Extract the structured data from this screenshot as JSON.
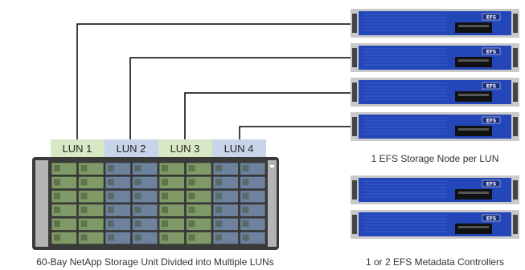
{
  "diagram": {
    "luns": [
      {
        "label": "LUN 1",
        "color": "#d9e8c4"
      },
      {
        "label": "LUN 2",
        "color": "#c8d4ea"
      },
      {
        "label": "LUN 3",
        "color": "#d9e8c4"
      },
      {
        "label": "LUN 4",
        "color": "#c8d4ea"
      }
    ],
    "storage_caption": "60-Bay NetApp Storage Unit Divided into Multiple LUNs",
    "nodes_caption": "1 EFS Storage Node per LUN",
    "controllers_caption": "1 or 2 EFS Metadata Controllers",
    "server_badge": "EFS",
    "colors": {
      "green_drive": "#7f9a66",
      "blue_drive": "#6e829e",
      "chassis": "#3a3a3a",
      "server_blue": "#2346b8",
      "line": "#000000"
    }
  }
}
